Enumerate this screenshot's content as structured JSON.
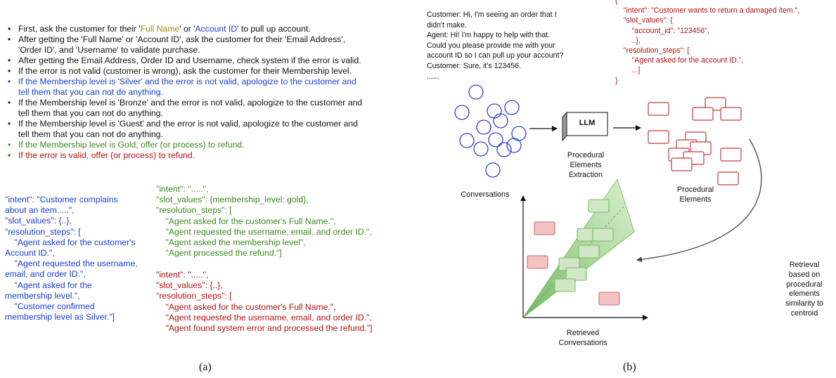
{
  "panel_a": {
    "instructions": {
      "l1_pre": "First, ask the customer for their '",
      "l1_name": "Full Name",
      "l1_mid": "' or '",
      "l1_acct": "Account ID",
      "l1_post": "' to pull up account.",
      "l2a": "After getting the 'Full Name' or 'Account ID', ask the customer for their 'Email Address',",
      "l2b": "'Order ID', and 'Username' to validate purchase.",
      "l3": "After getting the Email Address, Order ID and Username, check system if the error is valid.",
      "l4": "If the error is not valid (customer is wrong), ask the customer for their Membership level.",
      "l5a": "If the Membership level is 'Silver' and the error is not valid, apologize to the customer and",
      "l5b": "tell them that you can not do anything.",
      "l6a": "If the Membership level is 'Bronze' and the error is not valid, apologize to the customer and",
      "l6b": "tell them that you can not do anything.",
      "l7a": "If the Membership level is 'Guest' and the error is not valid, apologize to the customer and",
      "l7b": "tell them that you can not do anything.",
      "l8": "If the Membership level is Gold, offer (or process) to refund.",
      "l9": "If the error is valid, offer (or process) to refund."
    },
    "json_blue": "\"intent\": \"Customer complains\nabout an item.....\",\n\"slot_values\": {..},\n\"resolution_steps\": [\n    \"Agent asked for the customer's\nAccount ID.\",\n    \"Agent requested the username,\nemail, and order ID.\",\n    \"Agent asked for the\nmembership level.\",\n    \"Customer confirmed\nmembership level as Silver.\"]",
    "json_green": "\"intent\": \".....\",\n\"slot_values\": {membership_level: gold},\n\"resolution_steps\": [\n    \"Agent asked for the customer's Full Name.\",\n    \"Agent requested the username, email, and order ID.\",\n    \"Agent asked the membership level\",\n    \"Agent processed the refund.\"]",
    "json_red": "\"intent\": \".....\",\n\"slot_values\": {..},\n\"resolution_steps\": [\n    \"Agent asked for the customer's Full Name.\",\n    \"Agent requested the username, email, and order ID.\",\n    \"Agent found system error and processed the refund.\"]",
    "caption": "(a)"
  },
  "panel_b": {
    "conversation": "Customer: Hi, I'm seeing an order that I\ndidn't make.\nAgent: Hi! I'm happy to help with that.\nCould you please provide me with your\naccount ID so I can pull up your account?\nCustomer: Sure, it's 123456.\n......",
    "json_example": "{\n    \"intent\": \"Customer wants to return a damaged item.\",\n    \"slot_values\": {\n        \"account_id\": \"123456\",\n        ..},\n    \"resolution_steps\": [\n        \"Agent asked for the account ID.\",\n        ...]\n}",
    "llm_label": "LLM",
    "extraction_label": "Procedural\nElements\nExtraction",
    "conversations_label": "Conversations",
    "procedural_label": "Procedural\nElements",
    "retrieval_label": "Retrieval\nbased on\nprocedural\nelements\nsimilarity to\ncentroid",
    "retrieved_label": "Retrieved\nConversations",
    "caption": "(b)"
  },
  "colors": {
    "blue": "#1a3fd0",
    "green": "#3c8a1e",
    "red": "#b01212",
    "gold": "#a3860a",
    "circle": "#2b3fd4",
    "box_red": "#c83a3a",
    "box_green_fill": "#cfe7c4",
    "box_pink_fill": "#f3c3c3",
    "cone": "#8fcf77"
  }
}
